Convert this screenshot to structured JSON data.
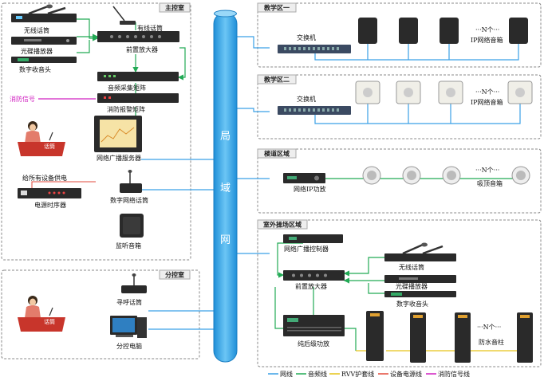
{
  "colors": {
    "network": "#3aa0e6",
    "audio": "#22aa55",
    "rvv": "#e6c419",
    "power": "#e24a3b",
    "fire": "#d020c0",
    "backbone": "#3aa6ea",
    "device": "#2a2a2a",
    "dash": "#888888"
  },
  "backbone": {
    "chars": [
      "局",
      "域",
      "网"
    ]
  },
  "main_room": {
    "title": "主控室",
    "wireless_mic": "无线话筒",
    "cd_player": "光碟播放器",
    "digital_tuner": "数字收音头",
    "wired_mic": "有线话筒",
    "preamp": "前置放大器",
    "audio_matrix": "音频采集矩阵",
    "fire_signal": "消防信号",
    "fire_matrix": "消防报警矩阵",
    "mic_label": "话筒",
    "server": "网络广播服务器",
    "power_all": "给所有设备供电",
    "sequencer": "电源时序器",
    "digital_mic": "数字网络话筒",
    "monitor_speaker": "监听音箱"
  },
  "sub_room": {
    "title": "分控室",
    "mic_label": "话筒",
    "paging_mic": "寻呼话筒",
    "sub_pc": "分控电脑"
  },
  "zone1": {
    "title": "教学区一",
    "switch": "交换机",
    "more": "···N个···",
    "speakers": "IP网络音箱"
  },
  "zone2": {
    "title": "教学区二",
    "switch": "交换机",
    "more": "···N个···",
    "speakers": "IP网络音箱"
  },
  "zone3": {
    "title": "楼道区域",
    "amp": "网络IP功放",
    "more": "···N个···",
    "speakers": "吸顶音箱"
  },
  "zone4": {
    "title": "室外操场区域",
    "controller": "网络广播控制器",
    "wireless_mic": "无线话筒",
    "preamp": "前置放大器",
    "cd_player": "光碟播放器",
    "digital_tuner": "数字收音头",
    "amp": "纯后级功放",
    "more": "···N个···",
    "columns": "防水音柱"
  },
  "legend": [
    {
      "key": "network",
      "label": "网线"
    },
    {
      "key": "audio",
      "label": "音频线"
    },
    {
      "key": "rvv",
      "label": "RVV护套线"
    },
    {
      "key": "power",
      "label": "设备电源线"
    },
    {
      "key": "fire",
      "label": "消防信号线"
    }
  ]
}
